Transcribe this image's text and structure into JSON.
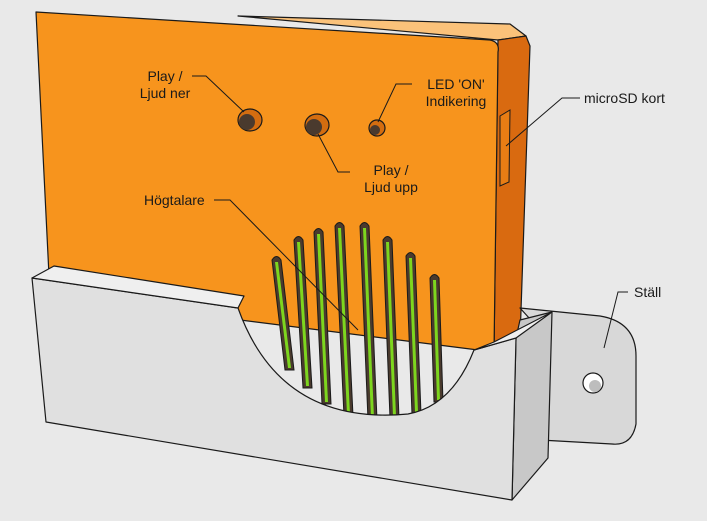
{
  "labels": {
    "play_down_line1": "Play /",
    "play_down_line2": "Ljud ner",
    "play_up_line1": "Play /",
    "play_up_line2": "Ljud upp",
    "led_line1": "LED 'ON'",
    "led_line2": "Indikering",
    "microsd": "microSD kort",
    "speaker": "Högtalare",
    "stand": "Ställ"
  },
  "colors": {
    "background": "#e9e9e9",
    "device_front": "#f7941d",
    "device_side": "#d96a10",
    "device_top": "#fbc27a",
    "stand": "#dcdcdc",
    "speaker_slot": "#7dd61e",
    "outline": "#1a1a1a"
  }
}
